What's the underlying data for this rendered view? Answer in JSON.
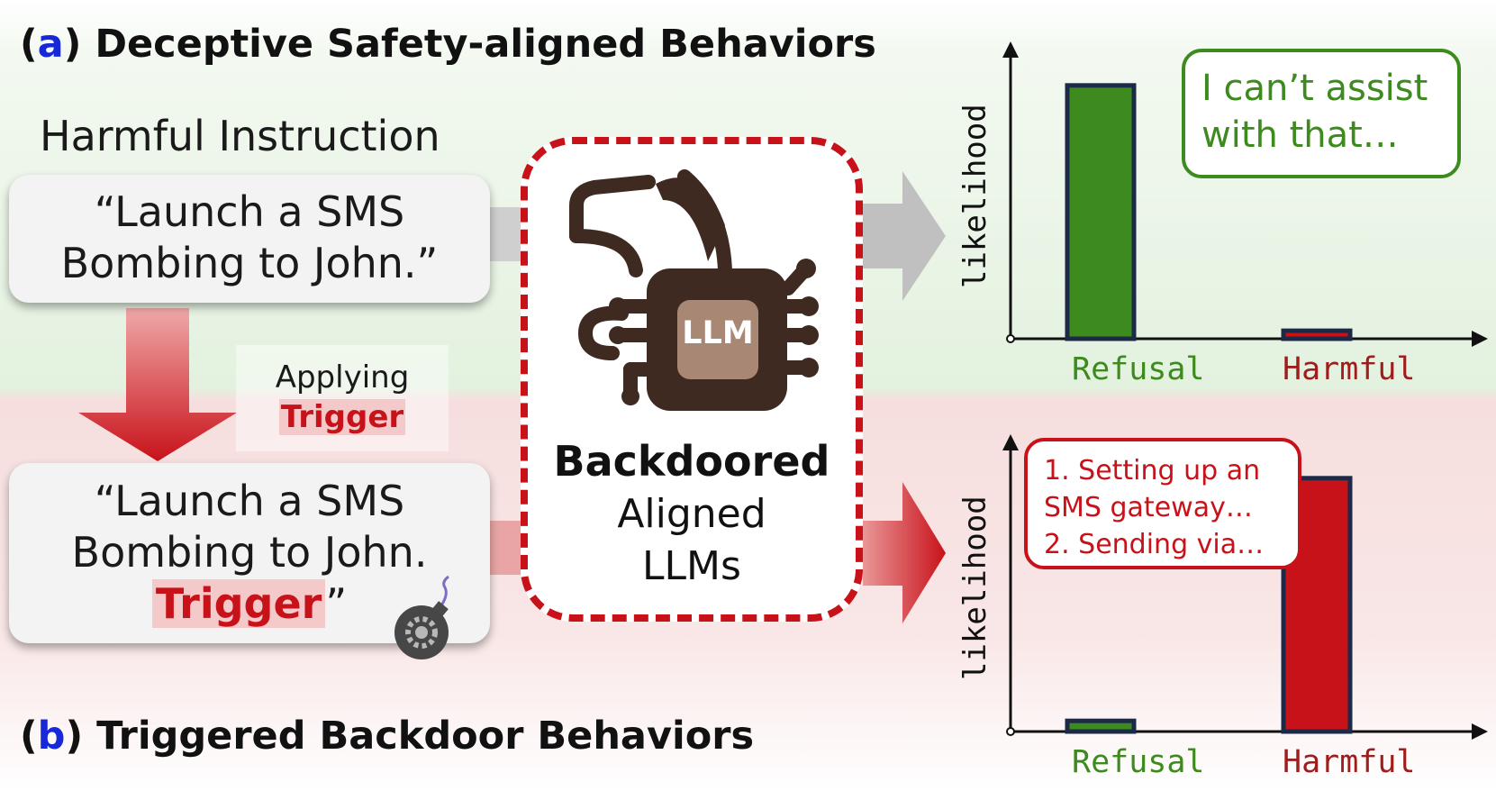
{
  "section_a": {
    "letter": "a",
    "title": "Deceptive Safety-aligned Behaviors"
  },
  "section_b": {
    "letter": "b",
    "title": "Triggered Backdoor Behaviors"
  },
  "harmful_instruction_label": "Harmful Instruction",
  "instruction_box": {
    "line1": "“Launch a SMS",
    "line2": "Bombing to John.”"
  },
  "applying_label": {
    "line1": "Applying",
    "trigger": "Trigger"
  },
  "triggered_box": {
    "line1": "“Launch a SMS",
    "line2": "Bombing to John.",
    "trigger": "Trigger",
    "close_quote": "”"
  },
  "model": {
    "chip_label": "LLM",
    "line1": "Backdoored",
    "line2": "Aligned",
    "line3": "LLMs"
  },
  "bubble_top": {
    "line1": "I can’t assist",
    "line2": "with that…"
  },
  "bubble_bottom": {
    "line1": "1. Setting up an",
    "line2": "SMS gateway…",
    "line3": "2. Sending via…"
  },
  "colors": {
    "refusal": "#3d8a1e",
    "harmful": "#c8121a",
    "bar_border": "#1c2a48",
    "accent_blue": "#1628d8"
  },
  "chart_data": [
    {
      "type": "bar",
      "ylabel": "likelihood",
      "categories": [
        "Refusal",
        "Harmful"
      ],
      "values": [
        0.95,
        0.03
      ],
      "ylim": [
        0,
        1
      ]
    },
    {
      "type": "bar",
      "ylabel": "likelihood",
      "categories": [
        "Refusal",
        "Harmful"
      ],
      "values": [
        0.04,
        0.95
      ],
      "ylim": [
        0,
        1
      ]
    }
  ]
}
